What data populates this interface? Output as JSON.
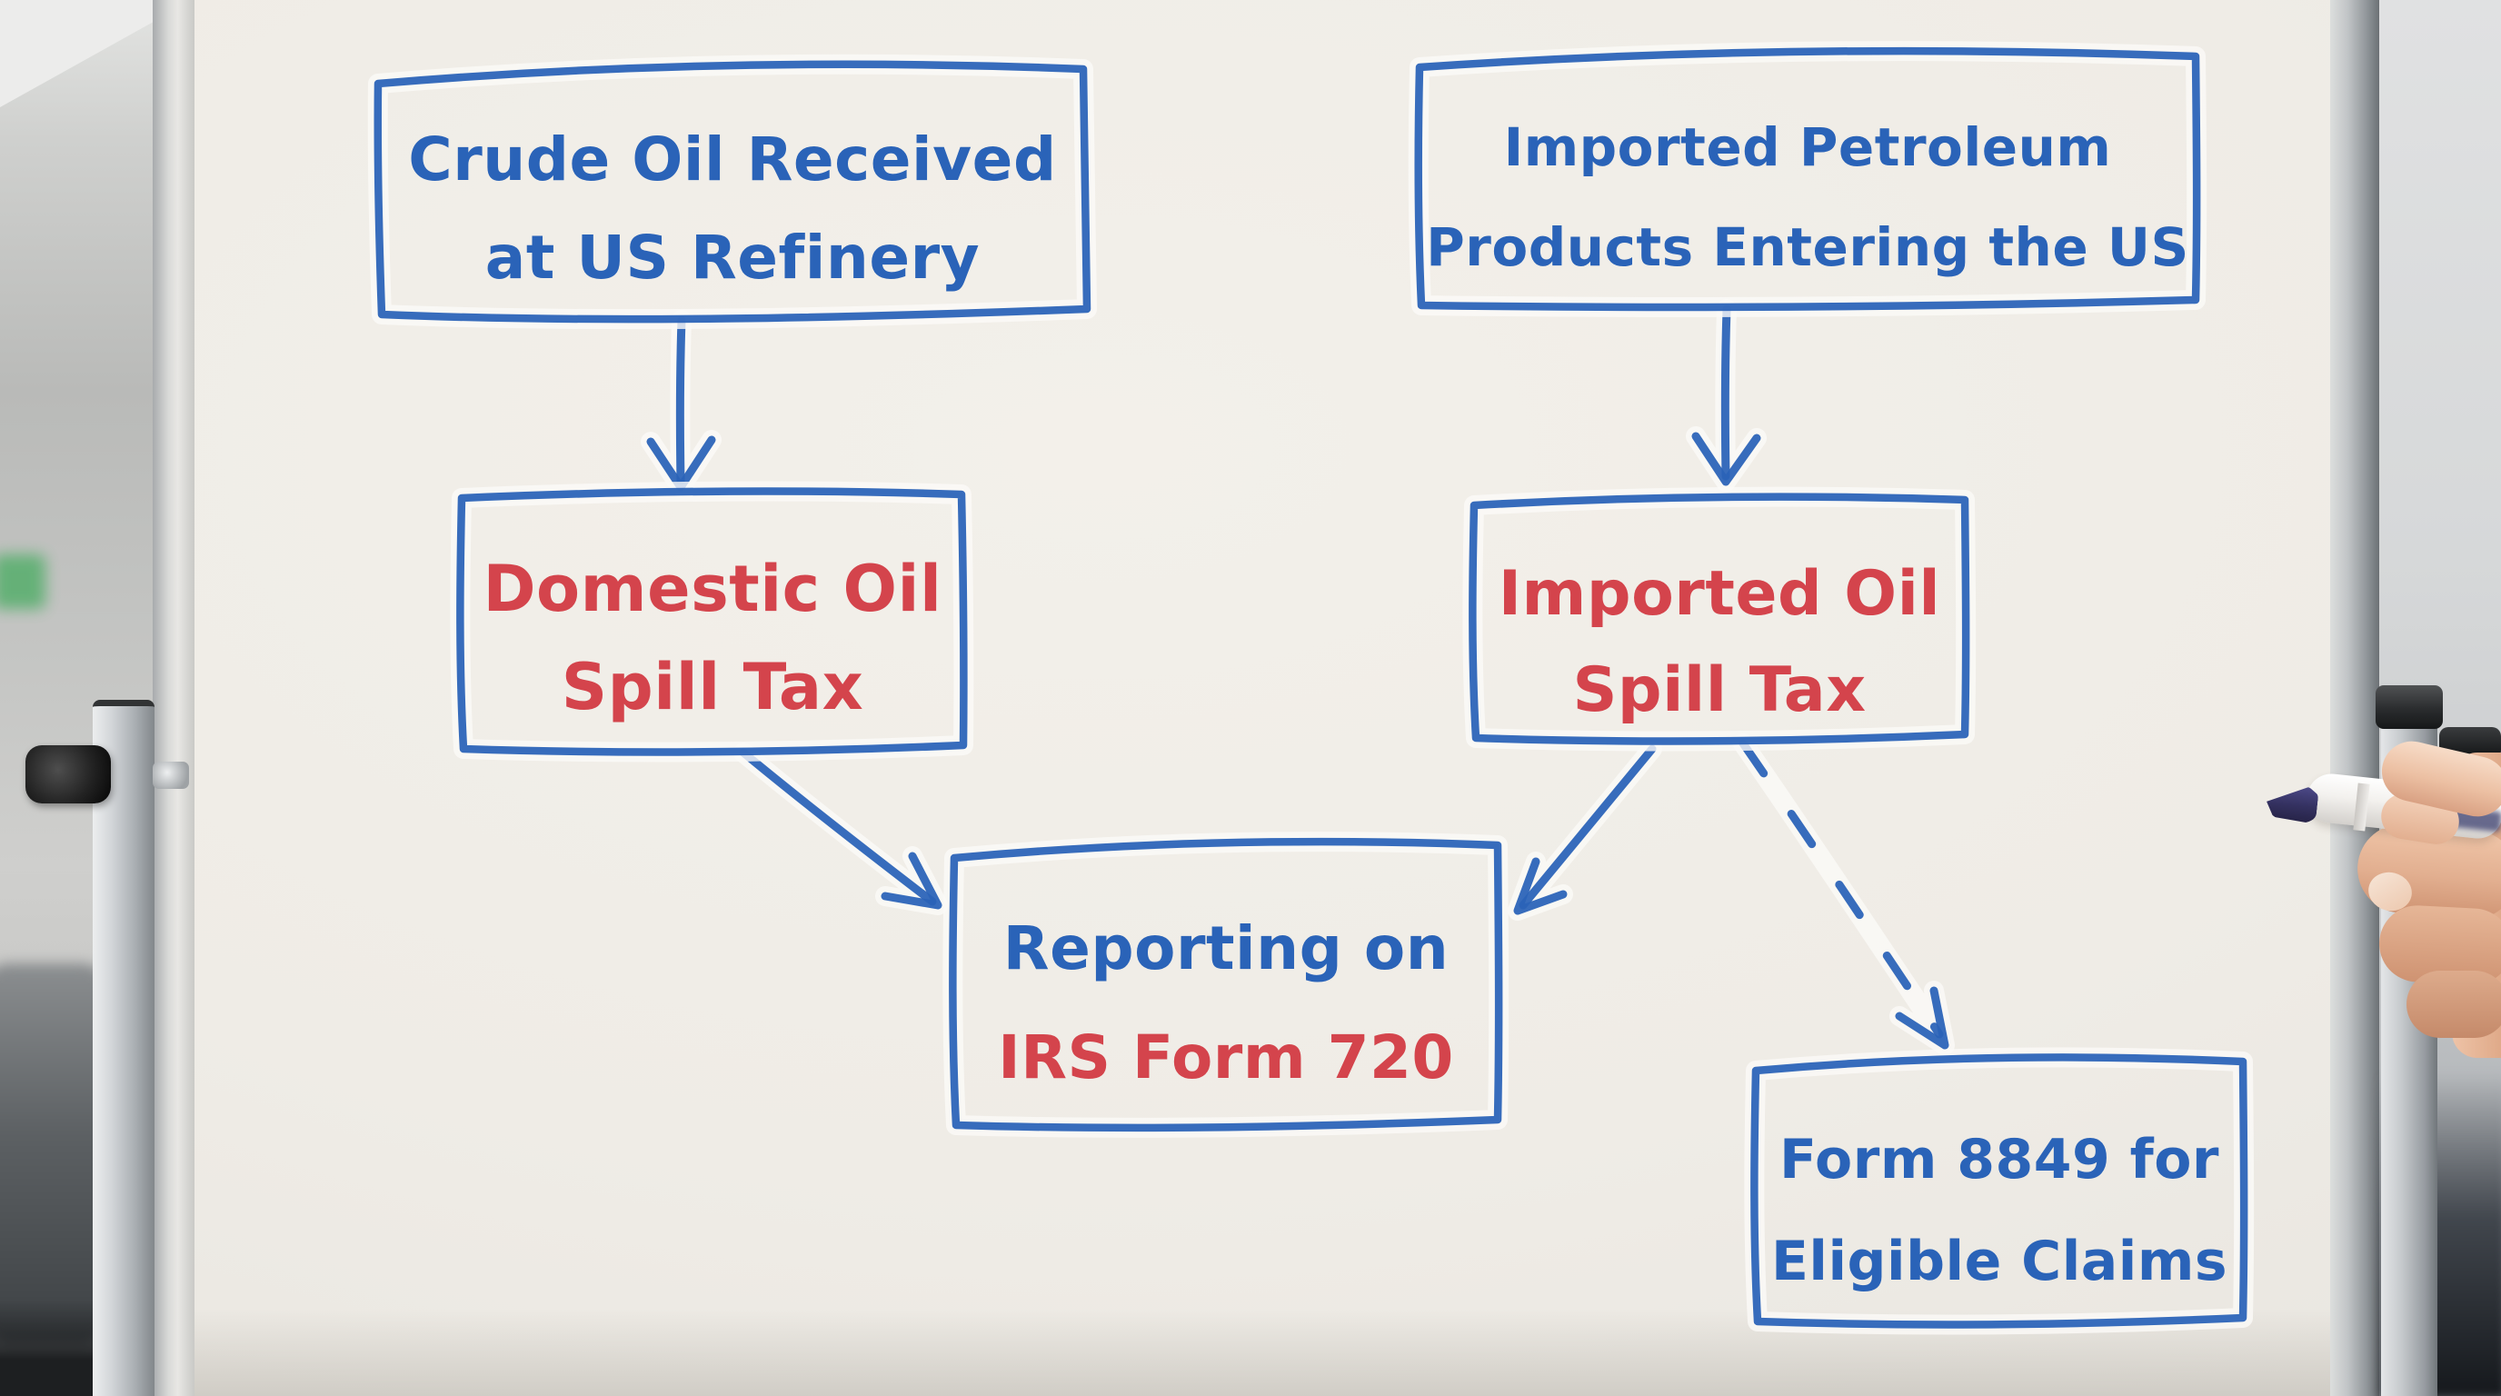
{
  "palette": {
    "marker_blue": "#2a63b8",
    "marker_red": "#d4444c",
    "whiteboard": "#efece6",
    "frame_silver": "#c2c5c7"
  },
  "diagram": {
    "type": "flowchart",
    "medium": "whiteboard-marker-drawing",
    "nodes": [
      {
        "id": "crude-oil-received",
        "lines": [
          {
            "text": "Crude Oil Received",
            "color": "#2a63b8"
          },
          {
            "text": "at US Refinery",
            "color": "#2a63b8"
          }
        ]
      },
      {
        "id": "imported-petroleum-products",
        "lines": [
          {
            "text": "Imported Petroleum",
            "color": "#2a63b8"
          },
          {
            "text": "Products Entering the US",
            "color": "#2a63b8"
          }
        ]
      },
      {
        "id": "domestic-oil-spill-tax",
        "lines": [
          {
            "text": "Domestic Oil",
            "color": "#d4444c"
          },
          {
            "text": "Spill Tax",
            "color": "#d4444c"
          }
        ]
      },
      {
        "id": "imported-oil-spill-tax",
        "lines": [
          {
            "text": "Imported Oil",
            "color": "#d4444c"
          },
          {
            "text": "Spill Tax",
            "color": "#d4444c"
          }
        ]
      },
      {
        "id": "reporting-irs-form-720",
        "lines": [
          {
            "text": "Reporting on",
            "color": "#2a63b8"
          },
          {
            "text": "IRS Form 720",
            "color": "#d4444c"
          }
        ]
      },
      {
        "id": "form-8849-eligible-claims",
        "lines": [
          {
            "text": "Form 8849 for",
            "color": "#2a63b8"
          },
          {
            "text": "Eligible Claims",
            "color": "#2a63b8"
          }
        ]
      }
    ],
    "edges": [
      {
        "from": "crude-oil-received",
        "to": "domestic-oil-spill-tax",
        "style": "solid"
      },
      {
        "from": "imported-petroleum-products",
        "to": "imported-oil-spill-tax",
        "style": "solid"
      },
      {
        "from": "domestic-oil-spill-tax",
        "to": "reporting-irs-form-720",
        "style": "solid"
      },
      {
        "from": "imported-oil-spill-tax",
        "to": "reporting-irs-form-720",
        "style": "solid"
      },
      {
        "from": "imported-oil-spill-tax",
        "to": "form-8849-eligible-claims",
        "style": "dashed"
      }
    ]
  }
}
